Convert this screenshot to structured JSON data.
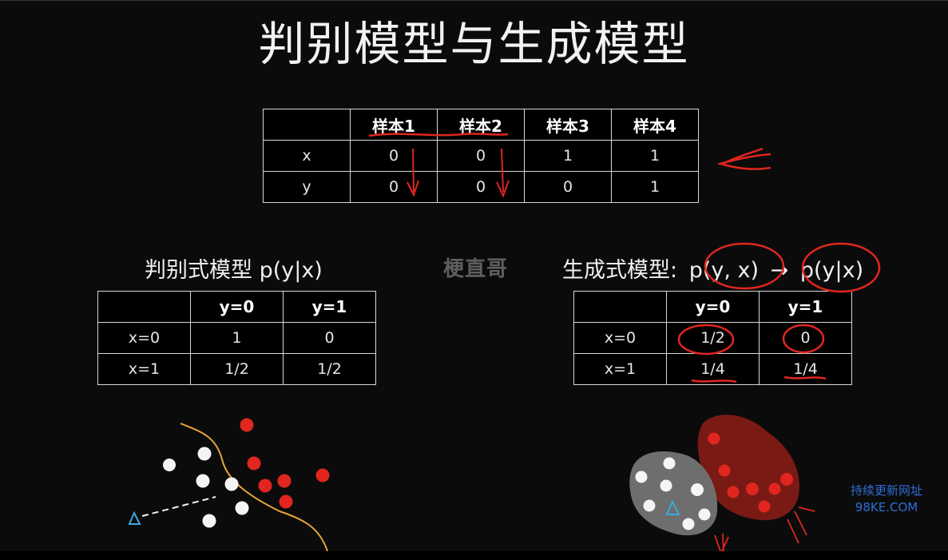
{
  "slide": {
    "title": "判别模型与生成模型",
    "sample_table": {
      "headers": [
        "",
        "样本1",
        "样本2",
        "样本3",
        "样本4"
      ],
      "rows": [
        [
          "x",
          "0",
          "0",
          "1",
          "1"
        ],
        [
          "y",
          "0",
          "0",
          "0",
          "1"
        ]
      ]
    },
    "discriminative": {
      "label": "判别式模型 p(y|x)",
      "headers": [
        "",
        "y=0",
        "y=1"
      ],
      "rows": [
        [
          "x=0",
          "1",
          "0"
        ],
        [
          "x=1",
          "1/2",
          "1/2"
        ]
      ]
    },
    "generative": {
      "label_prefix": "生成式模型:",
      "label_joint": "p(y, x)",
      "label_cond": "p(y|x)",
      "headers": [
        "",
        "y=0",
        "y=1"
      ],
      "rows": [
        [
          "x=0",
          "1/2",
          "0"
        ],
        [
          "x=1",
          "1/4",
          "1/4"
        ]
      ]
    },
    "watermark_center": "梗直哥",
    "watermark_corner_line1": "持续更新网址",
    "watermark_corner_line2": "98KE.COM",
    "colors": {
      "background": "#0b0b0b",
      "annotation_red": "#e0261f",
      "boundary_orange": "#e7a53a",
      "triangle_blue": "#3aa8e0",
      "watermark_blue": "#2f6fd6"
    }
  }
}
